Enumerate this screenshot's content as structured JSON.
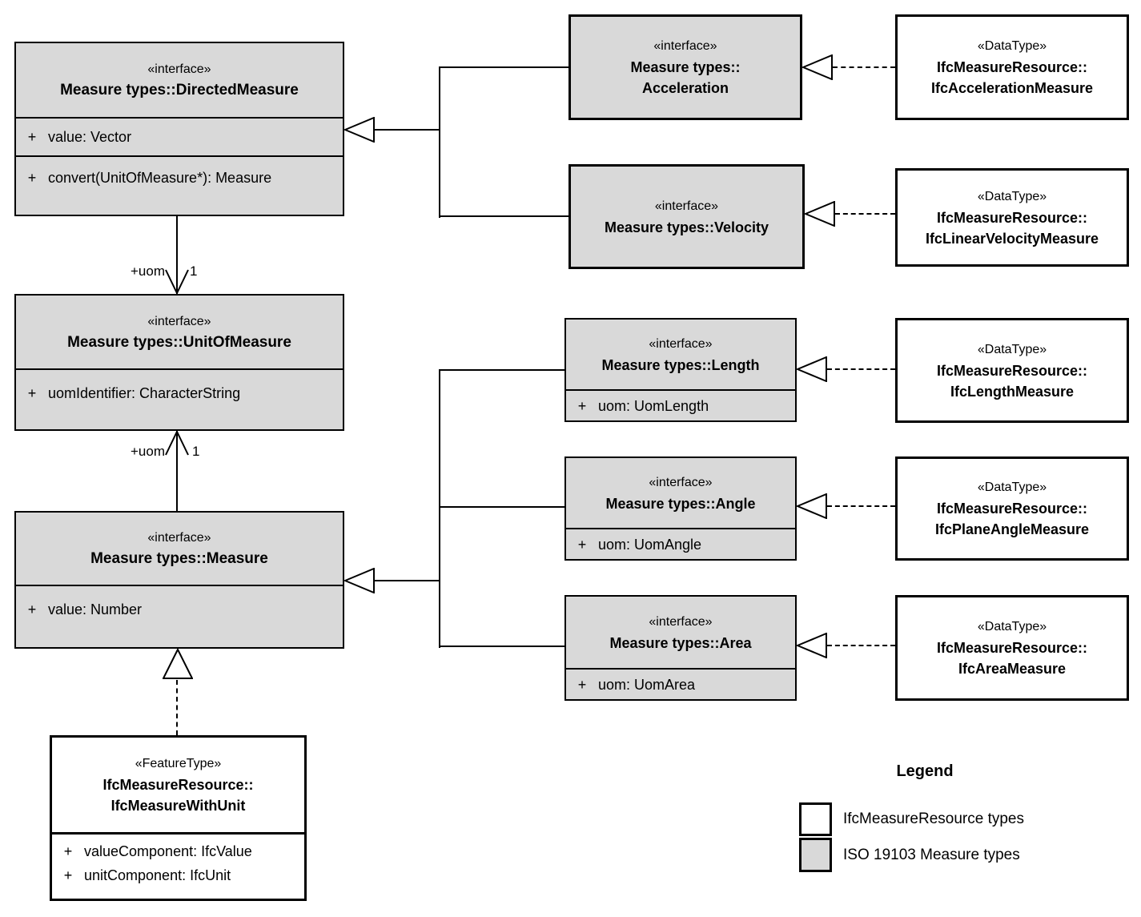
{
  "boxes": {
    "directed_measure": {
      "stereotype": "«interface»",
      "name": "Measure types::DirectedMeasure",
      "attr1_vis": "+",
      "attr1": "value: Vector",
      "op1_vis": "+",
      "op1": "convert(UnitOfMeasure*): Measure"
    },
    "unit_of_measure": {
      "stereotype": "«interface»",
      "name": "Measure types::UnitOfMeasure",
      "attr1_vis": "+",
      "attr1": "uomIdentifier: CharacterString"
    },
    "measure": {
      "stereotype": "«interface»",
      "name": "Measure types::Measure",
      "attr1_vis": "+",
      "attr1": "value: Number"
    },
    "ifc_measure_with_unit": {
      "stereotype": "«FeatureType»",
      "name_line1": "IfcMeasureResource::",
      "name_line2": "IfcMeasureWithUnit",
      "attr1_vis": "+",
      "attr1": "valueComponent: IfcValue",
      "attr2_vis": "+",
      "attr2": "unitComponent: IfcUnit"
    },
    "acceleration": {
      "stereotype": "«interface»",
      "name_line1": "Measure types::",
      "name_line2": "Acceleration"
    },
    "velocity": {
      "stereotype": "«interface»",
      "name": "Measure types::Velocity"
    },
    "length": {
      "stereotype": "«interface»",
      "name": "Measure types::Length",
      "attr1_vis": "+",
      "attr1": "uom: UomLength"
    },
    "angle": {
      "stereotype": "«interface»",
      "name": "Measure types::Angle",
      "attr1_vis": "+",
      "attr1": "uom: UomAngle"
    },
    "area": {
      "stereotype": "«interface»",
      "name": "Measure types::Area",
      "attr1_vis": "+",
      "attr1": "uom: UomArea"
    },
    "ifc_acceleration_measure": {
      "stereotype": "«DataType»",
      "name_line1": "IfcMeasureResource::",
      "name_line2": "IfcAccelerationMeasure"
    },
    "ifc_linear_velocity_measure": {
      "stereotype": "«DataType»",
      "name_line1": "IfcMeasureResource::",
      "name_line2": "IfcLinearVelocityMeasure"
    },
    "ifc_length_measure": {
      "stereotype": "«DataType»",
      "name_line1": "IfcMeasureResource::",
      "name_line2": "IfcLengthMeasure"
    },
    "ifc_plane_angle_measure": {
      "stereotype": "«DataType»",
      "name_line1": "IfcMeasureResource::",
      "name_line2": "IfcPlaneAngleMeasure"
    },
    "ifc_area_measure": {
      "stereotype": "«DataType»",
      "name_line1": "IfcMeasureResource::",
      "name_line2": "IfcAreaMeasure"
    }
  },
  "associations": {
    "uom_upper": {
      "role": "+uom",
      "multiplicity": "1"
    },
    "uom_lower": {
      "role": "+uom",
      "multiplicity": "1"
    }
  },
  "legend": {
    "title": "Legend",
    "items": [
      {
        "label": "IfcMeasureResource types",
        "swatch": "white"
      },
      {
        "label": "ISO 19103 Measure types",
        "swatch": "gray"
      }
    ]
  },
  "colors": {
    "iso_measure_fill": "#d9d9d9",
    "ifc_resource_fill": "#ffffff",
    "line": "#000000"
  }
}
